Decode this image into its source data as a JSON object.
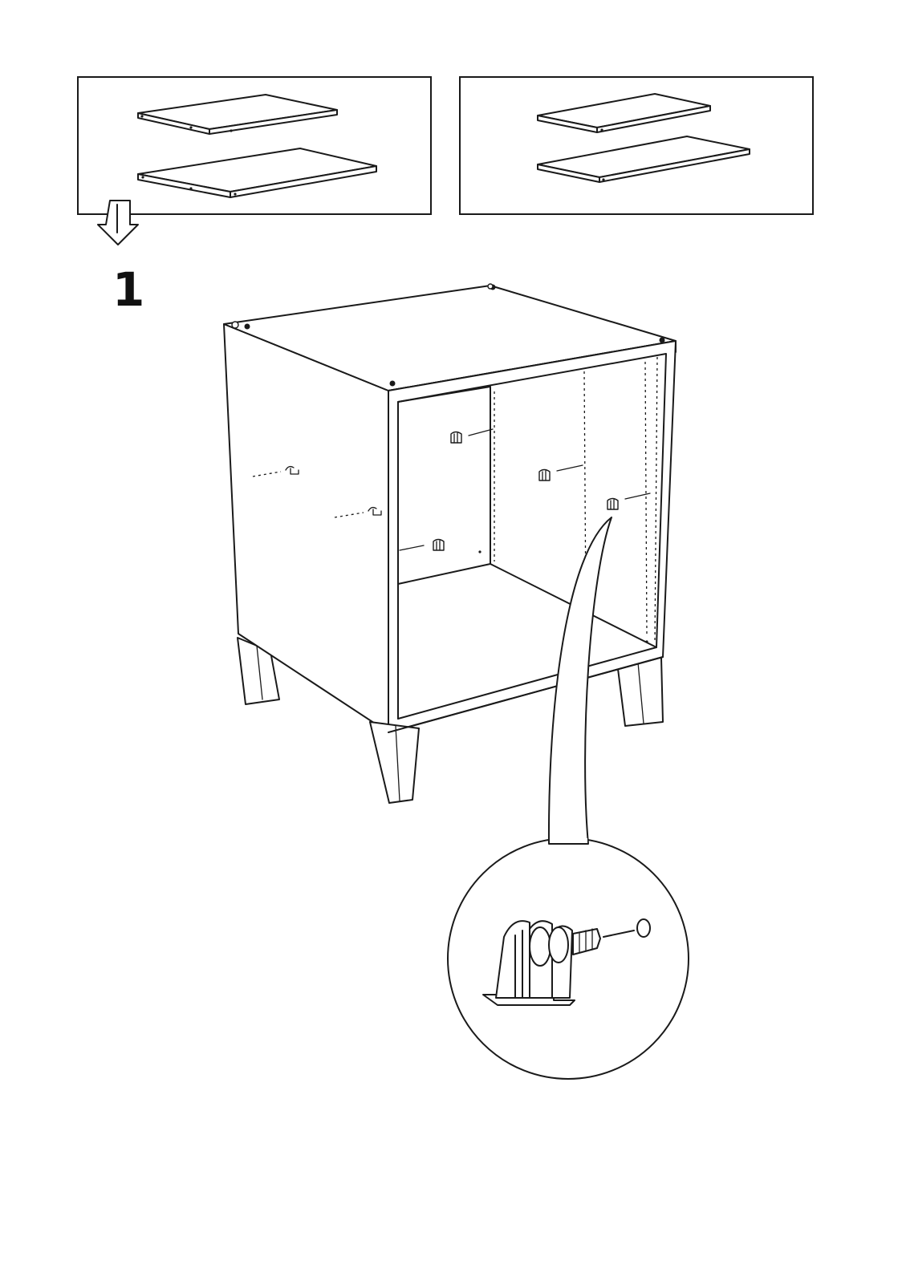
{
  "page": {
    "background": "#ffffff",
    "ink": "#1a1a1a"
  },
  "step": {
    "number": "1"
  },
  "panels": [
    {
      "name": "shelf-option-a",
      "items": [
        "shelf-panel",
        "shelf-panel"
      ]
    },
    {
      "name": "shelf-option-b",
      "items": [
        "shelf-panel",
        "shelf-panel"
      ]
    }
  ],
  "icons": {
    "down_arrow": "hollow-down-arrow-icon",
    "shelf_support": "shelf-support-peg-icon",
    "magnifier": "detail-callout-circle"
  }
}
